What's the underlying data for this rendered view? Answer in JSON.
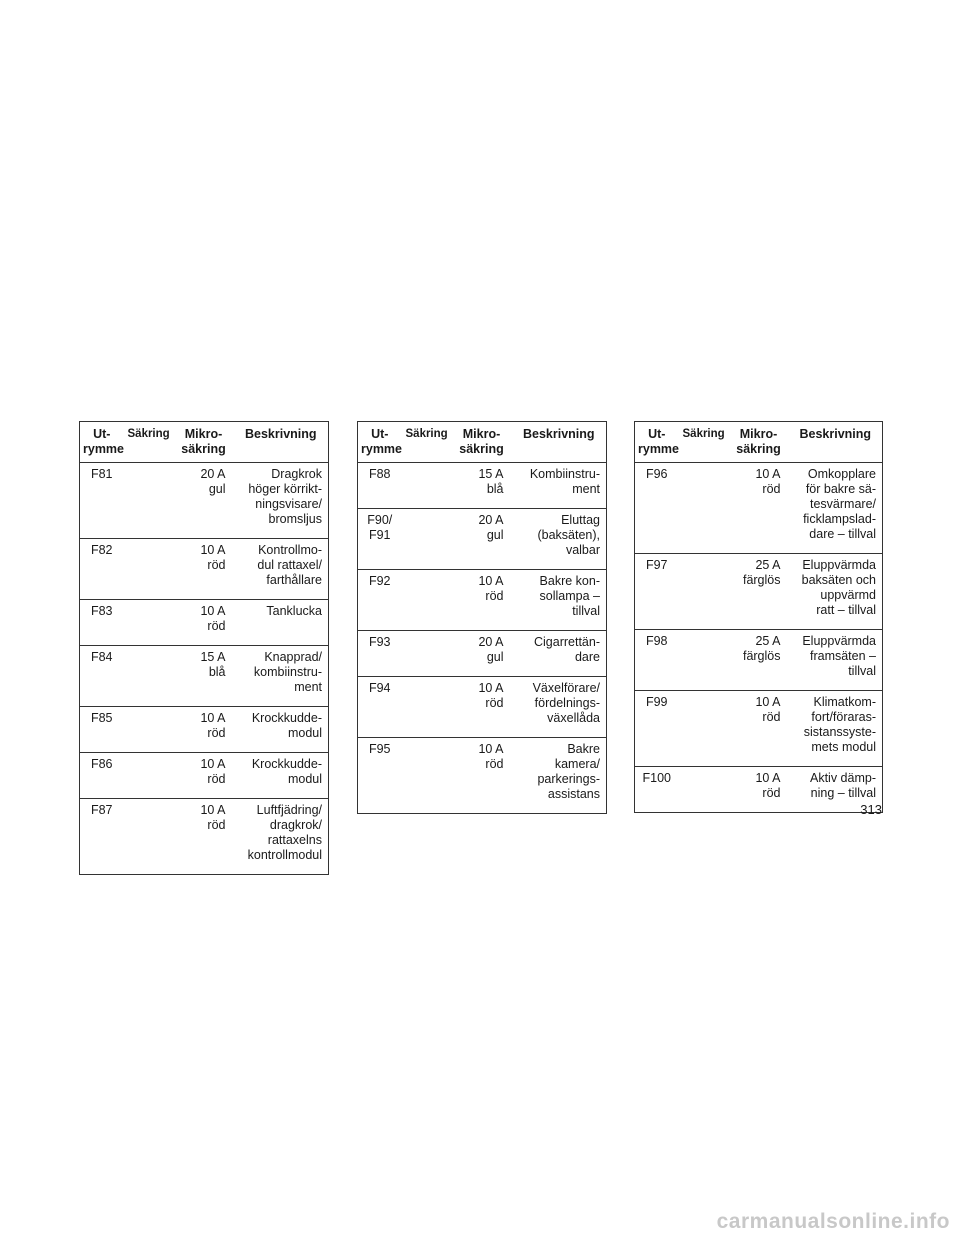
{
  "headers": {
    "utrymme": "Ut-\nrymme",
    "sakring": "Säkring",
    "mikro": "Mikro-\nsäkring",
    "beskrivning": "Beskrivning"
  },
  "tables": [
    {
      "rows": [
        {
          "utrymme": "F81",
          "sakring": "",
          "mikro": "20 A\ngul",
          "beskrivning": "Dragkrok\nhöger körrikt-\nningsvisare/\nbromsljus"
        },
        {
          "utrymme": "F82",
          "sakring": "",
          "mikro": "10 A\nröd",
          "beskrivning": "Kontrollmo-\ndul rattaxel/\nfarthållare"
        },
        {
          "utrymme": "F83",
          "sakring": "",
          "mikro": "10 A\nröd",
          "beskrivning": "Tanklucka"
        },
        {
          "utrymme": "F84",
          "sakring": "",
          "mikro": "15 A\nblå",
          "beskrivning": "Knapprad/\nkombiinstru-\nment"
        },
        {
          "utrymme": "F85",
          "sakring": "",
          "mikro": "10 A\nröd",
          "beskrivning": "Krockkudde-\nmodul"
        },
        {
          "utrymme": "F86",
          "sakring": "",
          "mikro": "10 A\nröd",
          "beskrivning": "Krockkudde-\nmodul"
        },
        {
          "utrymme": "F87",
          "sakring": "",
          "mikro": "10 A\nröd",
          "beskrivning": "Luftfjädring/\ndragkrok/\nrattaxelns\nkontrollmodul"
        }
      ]
    },
    {
      "rows": [
        {
          "utrymme": "F88",
          "sakring": "",
          "mikro": "15 A\nblå",
          "beskrivning": "Kombiinstru-\nment"
        },
        {
          "utrymme": "F90/\nF91",
          "sakring": "",
          "mikro": "20 A\ngul",
          "beskrivning": "Eluttag\n(baksäten),\nvalbar"
        },
        {
          "utrymme": "F92",
          "sakring": "",
          "mikro": "10 A\nröd",
          "beskrivning": "Bakre kon-\nsollampa –\ntillval"
        },
        {
          "utrymme": "F93",
          "sakring": "",
          "mikro": "20 A\ngul",
          "beskrivning": "Cigarrettän-\ndare"
        },
        {
          "utrymme": "F94",
          "sakring": "",
          "mikro": "10 A\nröd",
          "beskrivning": "Växelförare/\nfördelnings-\nväxellåda"
        },
        {
          "utrymme": "F95",
          "sakring": "",
          "mikro": "10 A\nröd",
          "beskrivning": "Bakre\nkamera/\nparkerings-\nassistans"
        }
      ]
    },
    {
      "rows": [
        {
          "utrymme": "F96",
          "sakring": "",
          "mikro": "10 A\nröd",
          "beskrivning": "Omkopplare\nför bakre sä-\ntesvärmare/\nficklampslad-\ndare – tillval"
        },
        {
          "utrymme": "F97",
          "sakring": "",
          "mikro": "25 A\nfärglös",
          "beskrivning": "Eluppvärmda\nbaksäten och\nuppvärmd\nratt – tillval"
        },
        {
          "utrymme": "F98",
          "sakring": "",
          "mikro": "25 A\nfärglös",
          "beskrivning": "Eluppvärmda\nframsäten –\ntillval"
        },
        {
          "utrymme": "F99",
          "sakring": "",
          "mikro": "10 A\nröd",
          "beskrivning": "Klimatkom-\nfort/föraras-\nsistanssyste-\nmets modul"
        },
        {
          "utrymme": "F100",
          "sakring": "",
          "mikro": "10 A\nröd",
          "beskrivning": "Aktiv dämp-\nning – tillval"
        }
      ]
    }
  ],
  "page_number": "313",
  "watermark": "carmanualsonline.info"
}
